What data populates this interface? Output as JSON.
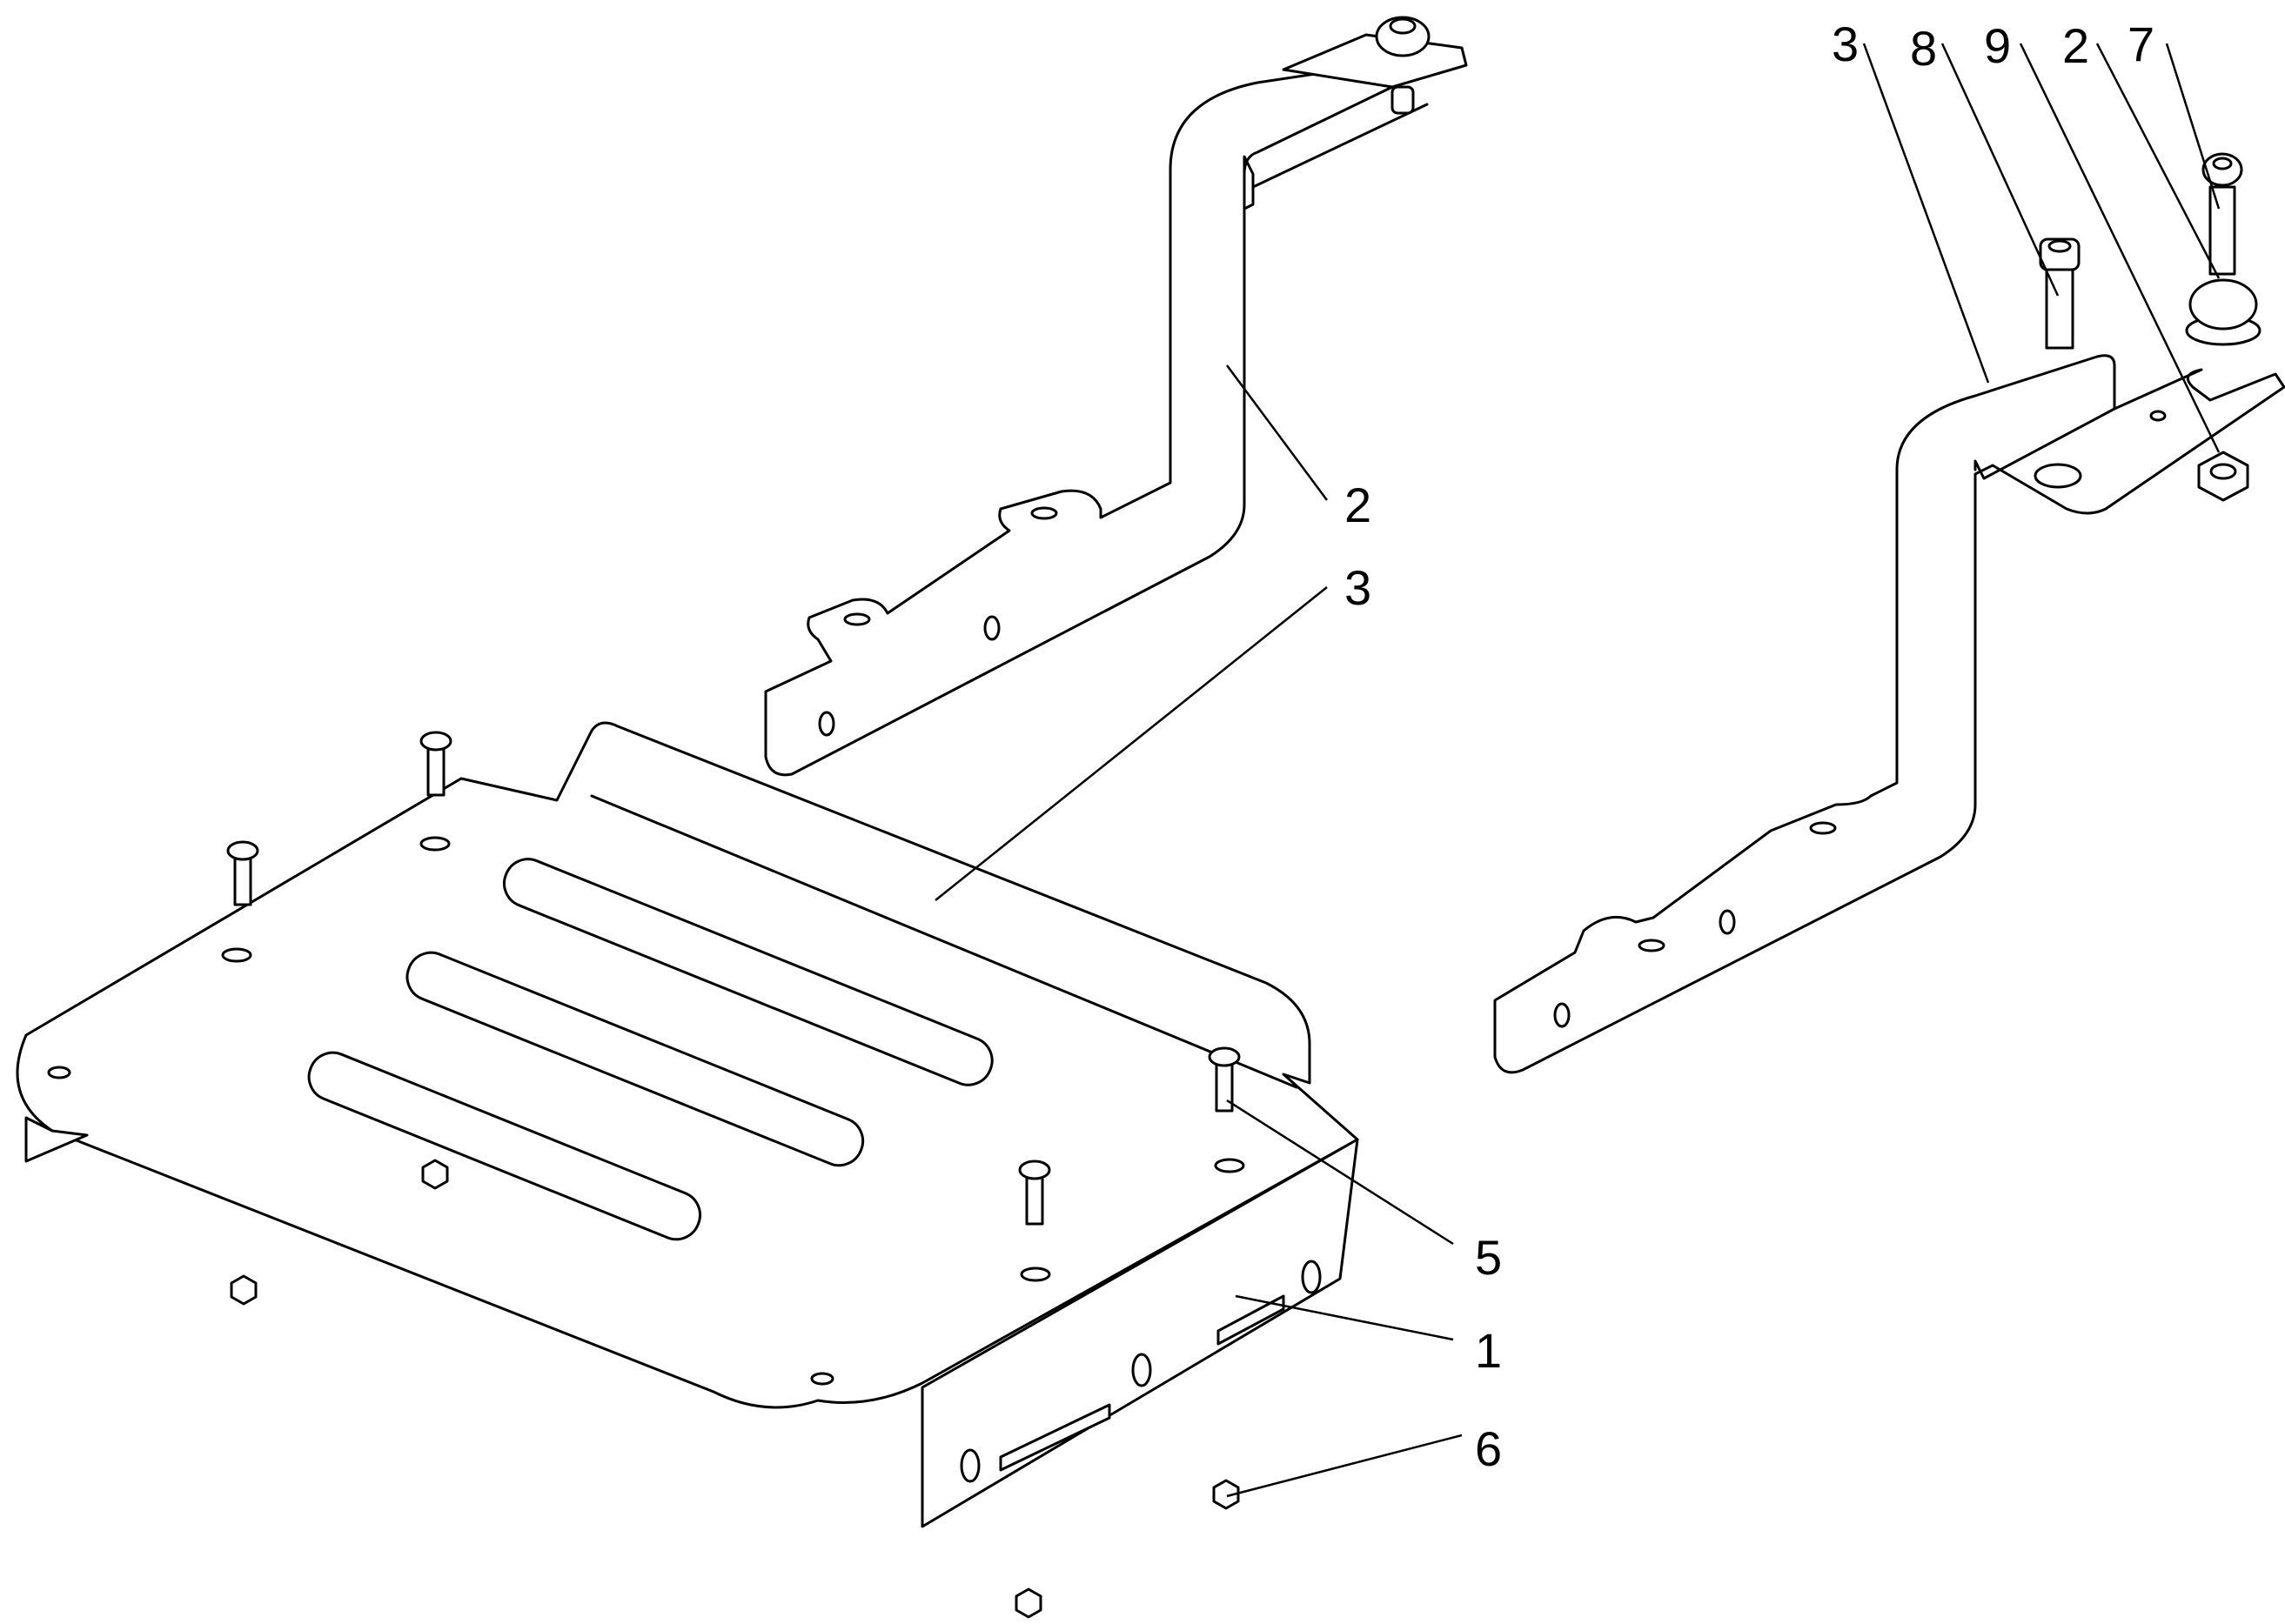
{
  "callouts": [
    {
      "id": "c1",
      "label": "1"
    },
    {
      "id": "c2a",
      "label": "2"
    },
    {
      "id": "c3a",
      "label": "3"
    },
    {
      "id": "c5",
      "label": "5"
    },
    {
      "id": "c6",
      "label": "6"
    },
    {
      "id": "c3b",
      "label": "3"
    },
    {
      "id": "c8",
      "label": "8"
    },
    {
      "id": "c9",
      "label": "9"
    },
    {
      "id": "c2b",
      "label": "2"
    },
    {
      "id": "c7",
      "label": "7"
    }
  ]
}
